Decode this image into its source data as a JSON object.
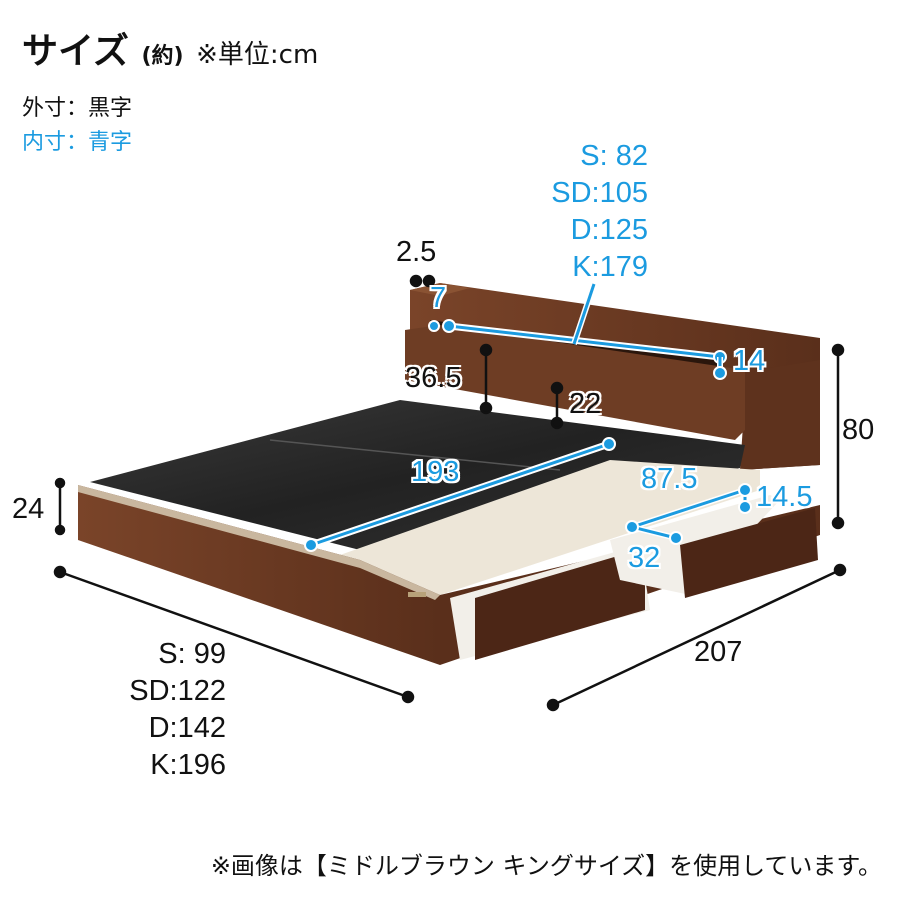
{
  "header": {
    "title": "サイズ",
    "paren": "(約)",
    "unit": "※単位:cm"
  },
  "legend": {
    "outer": "外寸：黒字",
    "inner": "内寸：青字"
  },
  "headboard_inner_width": [
    "S:  82",
    "SD:105",
    "D:125",
    "K:179"
  ],
  "bed_width": [
    "S:  99",
    "SD:122",
    "D:142",
    "K:196"
  ],
  "dimensions": {
    "headboard_thickness": "2.5",
    "shelf_depth": "7",
    "shelf_height": "14",
    "headboard_height_above_mattress": "36.5",
    "headboard_step": "22",
    "total_height": "80",
    "frame_height": "24",
    "inner_length": "193",
    "drawer_length": "87.5",
    "drawer_height": "14.5",
    "drawer_width": "32",
    "total_length": "207"
  },
  "colors": {
    "wood": "#6b3a22",
    "wood_dark": "#4a2515",
    "board": "#2b2b2b",
    "drawer_top": "#ede6d8",
    "inner_blue": "#1b9be0"
  },
  "footnote": "※画像は【ミドルブラウン キングサイズ】を使用しています。"
}
